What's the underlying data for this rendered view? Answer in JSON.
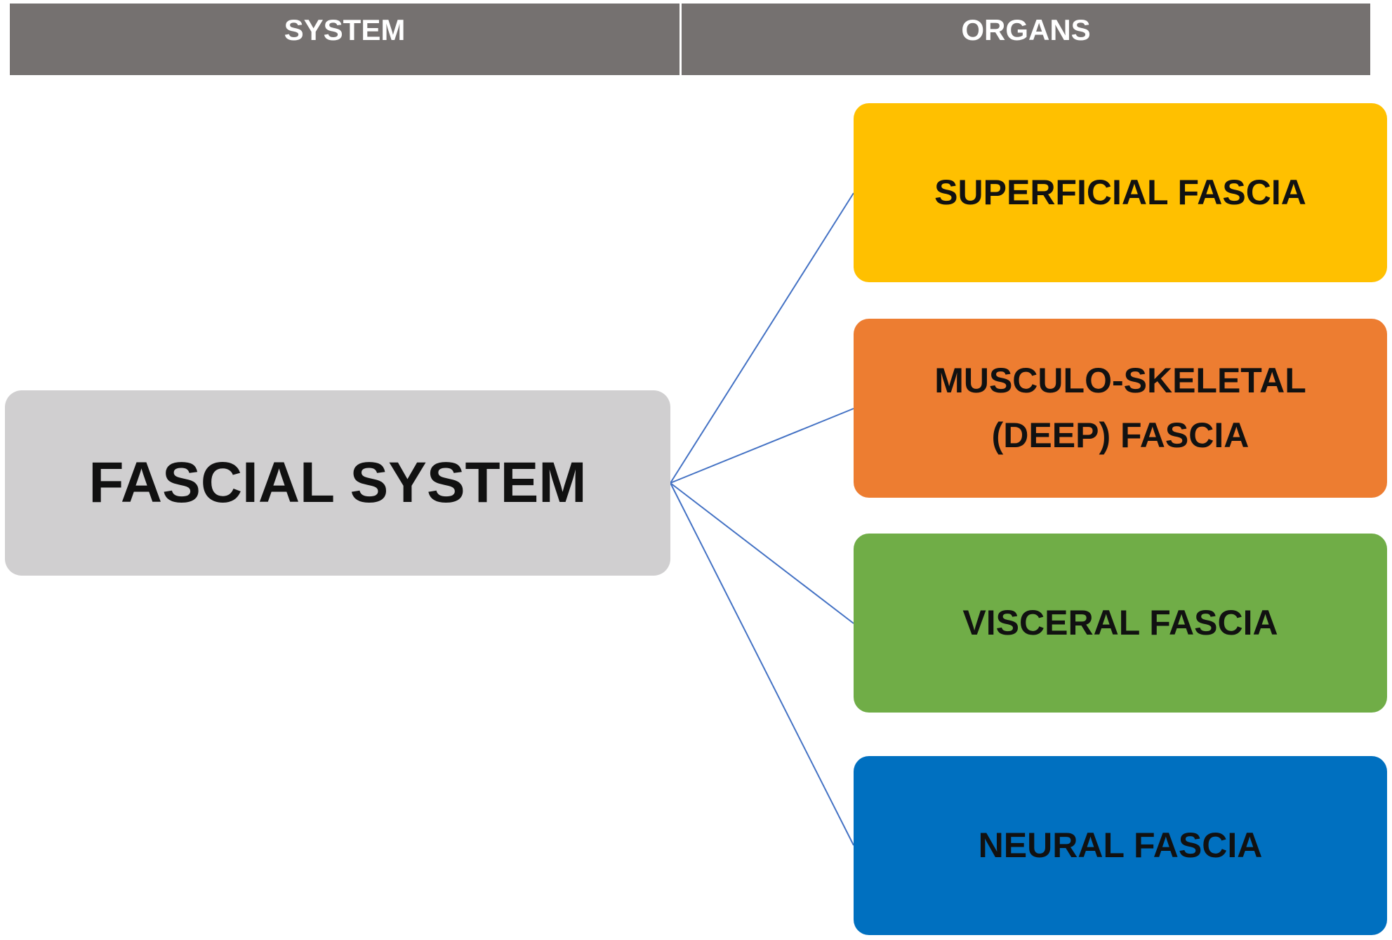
{
  "header": {
    "system_label": "SYSTEM",
    "organs_label": "ORGANS"
  },
  "system": {
    "label": "FASCIAL SYSTEM",
    "color": "#d0cfd0"
  },
  "organs": [
    {
      "label": "SUPERFICIAL FASCIA",
      "color": "#ffc000"
    },
    {
      "label": "MUSCULO-SKELETAL (DEEP) FASCIA",
      "color": "#ed7d31"
    },
    {
      "label": "VISCERAL FASCIA",
      "color": "#70ad47"
    },
    {
      "label": "NEURAL FASCIA",
      "color": "#0070c0"
    }
  ],
  "connector_color": "#4472c4",
  "header_color": "#757170"
}
